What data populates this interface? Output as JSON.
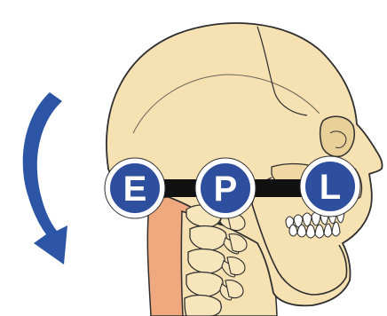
{
  "lever": {
    "effort_label": "E",
    "pivot_label": "P",
    "load_label": "L"
  },
  "arrow": {
    "direction": "counter-clockwise-down"
  },
  "colors": {
    "skull_fill": "#f6e1b2",
    "outline": "#2f2f2f",
    "muscle_fill": "#f0a97f",
    "vertebra_fill": "#f7e5bb",
    "circle_fill": "#2e4f9e",
    "circle_border": "#ffffff",
    "bar": "#111111",
    "arrow_fill": "#2c56a5"
  }
}
